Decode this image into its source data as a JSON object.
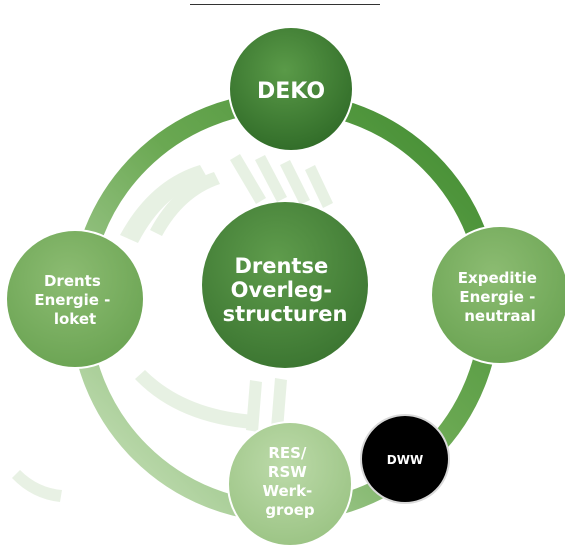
{
  "diagram": {
    "nodes": {
      "top": {
        "lines": [
          "DEKO"
        ],
        "color": "#3f7f34"
      },
      "center": {
        "lines": [
          "Drentse",
          "Overleg-",
          "structuren"
        ],
        "color": "#4f8a3e"
      },
      "left": {
        "lines": [
          "Drents",
          "Energie -",
          "loket"
        ],
        "color": "#7aae5f"
      },
      "right": {
        "lines": [
          "Expeditie",
          "Energie -",
          "neutraal"
        ],
        "color": "#7aae5f"
      },
      "bottom": {
        "lines": [
          "RES/",
          "RSW",
          "Werk-",
          "groep"
        ],
        "color": "#a8cc92"
      },
      "dww": {
        "lines": [
          "DWW"
        ],
        "color": "#000000"
      }
    },
    "ring": {
      "color_dark": "#5c9a45",
      "color_light": "#b9d9a7"
    }
  }
}
